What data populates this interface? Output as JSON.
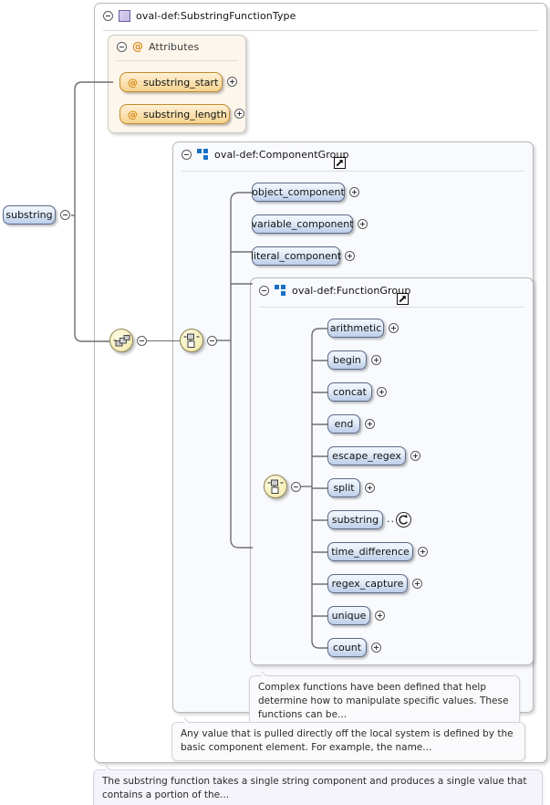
{
  "diagram": {
    "kind": "xml-schema-element-tree",
    "root_element": {
      "label": "substring",
      "toggle": "minus"
    },
    "type_box": {
      "title": "oval-def:SubstringFunctionType",
      "toggle": "minus",
      "icon": "complex-type-icon"
    },
    "attributes_box": {
      "title": "Attributes",
      "toggle": "minus",
      "icon": "attribute-icon",
      "items": [
        {
          "label": "substring_start",
          "toggle": "plus"
        },
        {
          "label": "substring_length",
          "toggle": "plus"
        }
      ]
    },
    "component_group": {
      "title": "oval-def:ComponentGroup",
      "toggle": "minus",
      "icon": "model-group-icon",
      "external_ref": "external-link-icon",
      "compositor": "choice",
      "items": [
        {
          "label": "object_component",
          "toggle": "plus"
        },
        {
          "label": "variable_component",
          "toggle": "plus"
        },
        {
          "label": "literal_component",
          "toggle": "plus"
        }
      ]
    },
    "function_group": {
      "title": "oval-def:FunctionGroup",
      "toggle": "minus",
      "icon": "model-group-icon",
      "external_ref": "external-link-icon",
      "compositor": "choice",
      "items": [
        {
          "label": "arithmetic",
          "toggle": "plus"
        },
        {
          "label": "begin",
          "toggle": "plus"
        },
        {
          "label": "concat",
          "toggle": "plus"
        },
        {
          "label": "end",
          "toggle": "plus"
        },
        {
          "label": "escape_regex",
          "toggle": "plus"
        },
        {
          "label": "split",
          "toggle": "plus"
        },
        {
          "label": "substring",
          "toggle": "recursion"
        },
        {
          "label": "time_difference",
          "toggle": "plus"
        },
        {
          "label": "regex_capture",
          "toggle": "plus"
        },
        {
          "label": "unique",
          "toggle": "plus"
        },
        {
          "label": "count",
          "toggle": "plus"
        }
      ]
    },
    "sequence_compositor": "sequence",
    "annotations": {
      "function_group_doc": "Complex functions have been defined that help determine how to manipulate specific values. These functions can be...",
      "component_group_doc": "Any value that is pulled directly off the local system is defined by the basic component element. For example, the name...",
      "root_doc": "The substring function takes a single string component and produces a single value that contains a portion of the..."
    },
    "colors": {
      "pill_border": "#5d6a86",
      "pill_fill": "#e3ecf8",
      "attr_accent": "#d88b1a",
      "group_icon": "#1a6fc4",
      "type_icon": "#6a5fa0",
      "compositor_fill": "#f7f0bd",
      "line": "#6f6f6f"
    }
  }
}
